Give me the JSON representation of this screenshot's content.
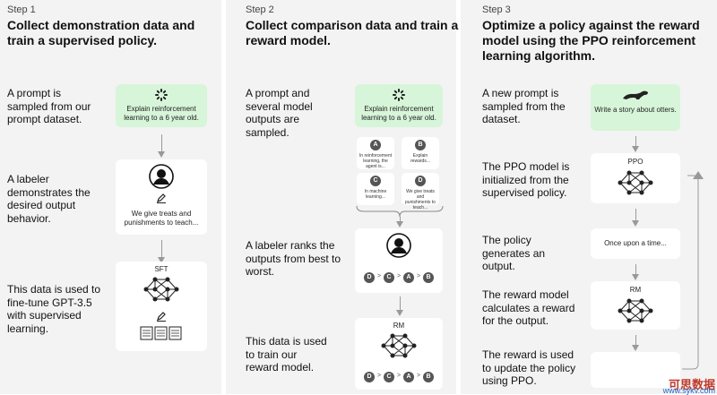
{
  "step1": {
    "label": "Step 1",
    "title": "Collect demonstration data and train a supervised policy.",
    "desc1": "A prompt is sampled from our prompt dataset.",
    "desc2": "A labeler demonstrates the desired output behavior.",
    "desc3": "This data is used to fine-tune GPT-3.5 with supervised learning.",
    "prompt_card": "Explain reinforcement learning to a 6 year old.",
    "demo_card": "We give treats and punishments to teach...",
    "model_label": "SFT"
  },
  "step2": {
    "label": "Step 2",
    "title": "Collect comparison data and train a reward model.",
    "desc1": "A prompt and several model outputs are sampled.",
    "desc2": "A labeler ranks the outputs from best to worst.",
    "desc3": "This data is used to train our reward model.",
    "prompt_card": "Explain reinforcement learning to a 6 year old.",
    "outputs": [
      {
        "id": "A",
        "text": "In reinforcement learning, the agent is..."
      },
      {
        "id": "B",
        "text": "Explain rewards..."
      },
      {
        "id": "C",
        "text": "In machine learning..."
      },
      {
        "id": "D",
        "text": "We give treats and punishments to teach..."
      }
    ],
    "ranking": [
      "D",
      "C",
      "A",
      "B"
    ],
    "rank_sep": ">",
    "model_label": "RM"
  },
  "step3": {
    "label": "Step 3",
    "title": "Optimize a policy against the reward model using the PPO reinforcement learning algorithm.",
    "desc1": "A new prompt is sampled from the dataset.",
    "desc2": "The PPO model is initialized from the supervised policy.",
    "desc3": "The policy generates an output.",
    "desc4": "The reward model calculates a reward for the output.",
    "desc5": "The reward is used to update the policy using PPO.",
    "prompt_card": "Write a story about otters.",
    "ppo_label": "PPO",
    "output_card": "Once upon a time...",
    "rm_label": "RM"
  },
  "watermark": {
    "cn": "可思数据",
    "url": "www.sykv.com"
  }
}
